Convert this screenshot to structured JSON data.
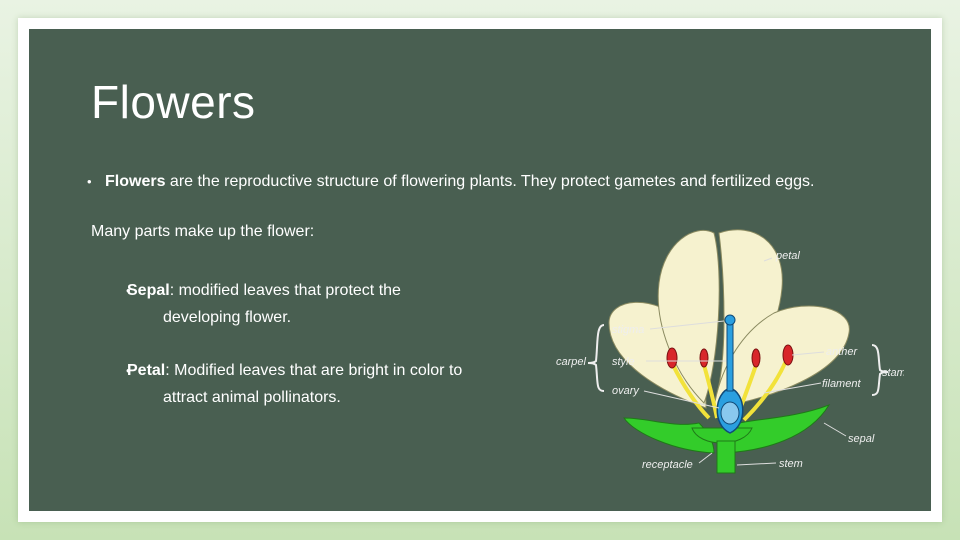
{
  "slide": {
    "title": "Flowers",
    "bullet1": {
      "bold": "Flowers",
      "text": " are the reproductive structure of flowering plants. They protect gametes and fertilized eggs."
    },
    "intro": "Many parts make up the flower:",
    "sub_bullets": [
      {
        "term": "Sepal",
        "line1": ": modified leaves that protect the",
        "line2": "developing flower."
      },
      {
        "term": "Petal",
        "line1": ": Modified leaves that are bright in color to",
        "line2": "attract animal pollinators."
      }
    ],
    "bullet_glyph": "•"
  },
  "diagram": {
    "labels": {
      "petal": "petal",
      "stigma": "stigma",
      "carpel": "carpel",
      "style": "style",
      "ovary": "ovary",
      "anther": "anther",
      "stamen": "stamen",
      "filament": "filament",
      "sepal": "sepal",
      "receptacle": "receptacle",
      "stem": "stem"
    },
    "colors": {
      "petal": "#f6f2cf",
      "sepal": "#33cc2a",
      "pistil": "#2a9fe0",
      "anther": "#d8262a",
      "filament": "#f2e23a"
    }
  }
}
